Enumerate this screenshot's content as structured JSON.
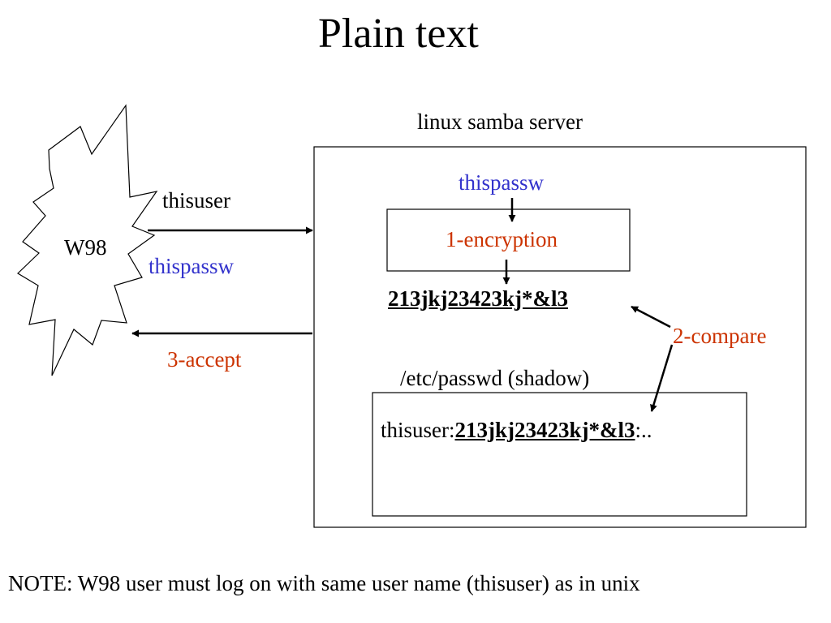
{
  "title": "Plain text",
  "client": {
    "name": "W98",
    "user": "thisuser",
    "password": "thispassw"
  },
  "server": {
    "label": "linux samba server",
    "password_input": "thispassw",
    "step1": "1-encryption",
    "encrypted_hash": "213jkj23423kj*&l3",
    "step2": "2-compare",
    "passwd_file_label": "/etc/passwd (shadow)",
    "passwd_entry": {
      "user": "thisuser:",
      "hash": "213jkj23423kj*&l3",
      "rest": ":.."
    }
  },
  "step3": "3-accept",
  "note": "NOTE: W98 user must log on with same user name (thisuser) as in unix",
  "colors": {
    "blue": "#3333cc",
    "red": "#cc3300"
  }
}
